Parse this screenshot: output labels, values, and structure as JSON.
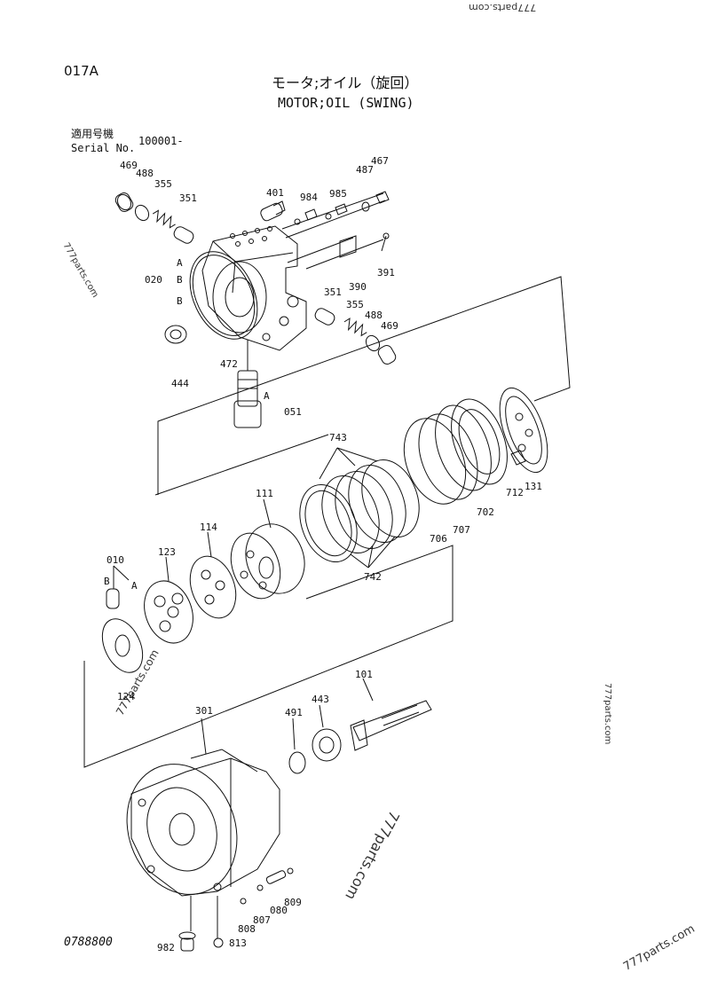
{
  "page_code": "017A",
  "title_jp": "モータ;オイル（旋回）",
  "title_en": "MOTOR;OIL (SWING)",
  "serial_label_jp": "適用号機",
  "serial_label_en": "Serial No.",
  "serial_value": "100001-",
  "doc_number": "0788800",
  "watermarks": [
    "777parts.com",
    "777parts.com",
    "777parts.com",
    "777parts.com",
    "777parts.com"
  ],
  "callouts": [
    "469",
    "488",
    "355",
    "351",
    "401",
    "984",
    "985",
    "487",
    "467",
    "391",
    "390",
    "020",
    "A",
    "B",
    "B",
    "472",
    "444",
    "351",
    "355",
    "488",
    "469",
    "051",
    "A",
    "743",
    "712",
    "131",
    "702",
    "707",
    "706",
    "111",
    "114",
    "123",
    "010",
    "B",
    "A",
    "742",
    "124",
    "101",
    "443",
    "491",
    "301",
    "808",
    "807",
    "080",
    "809",
    "982",
    "813"
  ]
}
